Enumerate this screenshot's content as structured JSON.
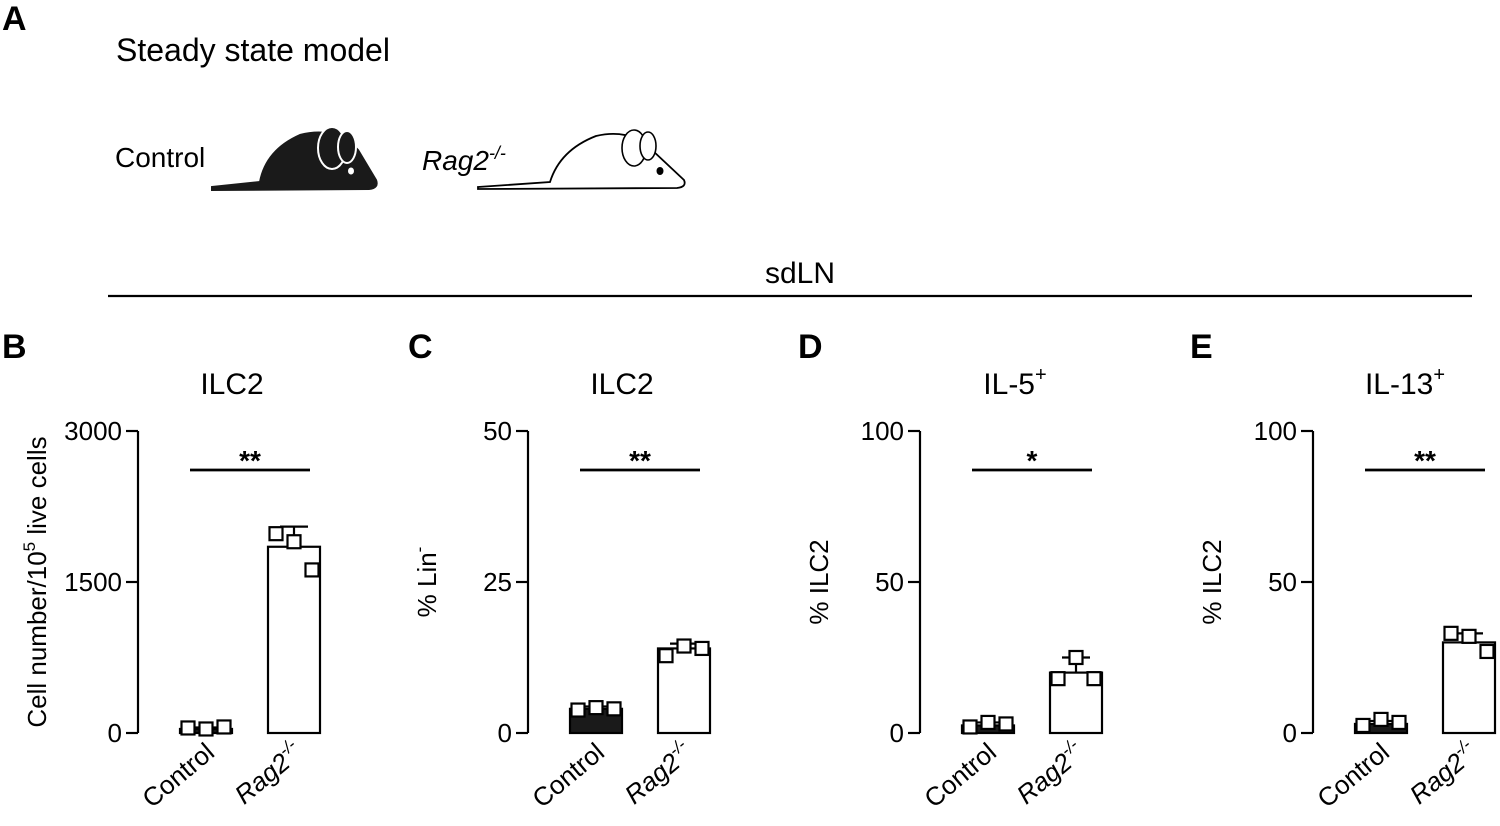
{
  "panel_a": {
    "letter": "A",
    "title": "Steady state model",
    "control_label": "Control",
    "rag_label": "Rag2",
    "rag_sup": "-/-"
  },
  "section_label": "sdLN",
  "colors": {
    "ink": "#000000",
    "control_fill": "#1a1a1a",
    "rag_fill": "#ffffff"
  },
  "chart_data": [
    {
      "type": "bar",
      "letter": "B",
      "title": "ILC2",
      "title_sup": "",
      "ylabel": "Cell number/10",
      "ylabel_sup": "5",
      "ylabel_end": " live cells",
      "ylim": [
        0,
        3000
      ],
      "yticks": [
        "0",
        "1500",
        "3000"
      ],
      "categories": [
        "Control",
        "Rag2"
      ],
      "category_sup": [
        "",
        "-/-"
      ],
      "values": [
        40,
        1850
      ],
      "errors": [
        15,
        200
      ],
      "points": [
        [
          50,
          40,
          60
        ],
        [
          1980,
          1900,
          1620
        ]
      ],
      "significance": "**"
    },
    {
      "type": "bar",
      "letter": "C",
      "title": "ILC2",
      "title_sup": "",
      "ylabel": "% Lin",
      "ylabel_sup": "-",
      "ylabel_end": "",
      "ylim": [
        0,
        50
      ],
      "yticks": [
        "0",
        "25",
        "50"
      ],
      "categories": [
        "Control",
        "Rag2"
      ],
      "category_sup": [
        "",
        "-/-"
      ],
      "values": [
        4,
        14
      ],
      "errors": [
        0.4,
        0.8
      ],
      "points": [
        [
          3.8,
          4.2,
          4.0
        ],
        [
          12.8,
          14.4,
          14.0
        ]
      ],
      "significance": "**"
    },
    {
      "type": "bar",
      "letter": "D",
      "title": "IL-5",
      "title_sup": "+",
      "ylabel": "% ILC2",
      "ylabel_sup": "",
      "ylabel_end": "",
      "ylim": [
        0,
        100
      ],
      "yticks": [
        "0",
        "50",
        "100"
      ],
      "categories": [
        "Control",
        "Rag2"
      ],
      "category_sup": [
        "",
        "-/-"
      ],
      "values": [
        2.5,
        20
      ],
      "errors": [
        1,
        5
      ],
      "points": [
        [
          2.0,
          3.5,
          3.0
        ],
        [
          18,
          25,
          18
        ]
      ],
      "significance": "*"
    },
    {
      "type": "bar",
      "letter": "E",
      "title": "IL-13",
      "title_sup": "+",
      "ylabel": "% ILC2",
      "ylabel_sup": "",
      "ylabel_end": "",
      "ylim": [
        0,
        100
      ],
      "yticks": [
        "0",
        "50",
        "100"
      ],
      "categories": [
        "Control",
        "Rag2"
      ],
      "category_sup": [
        "",
        "-/-"
      ],
      "values": [
        3,
        30
      ],
      "errors": [
        1,
        3
      ],
      "points": [
        [
          2.5,
          4.5,
          3.5
        ],
        [
          33,
          32,
          27
        ]
      ],
      "significance": "**"
    }
  ]
}
